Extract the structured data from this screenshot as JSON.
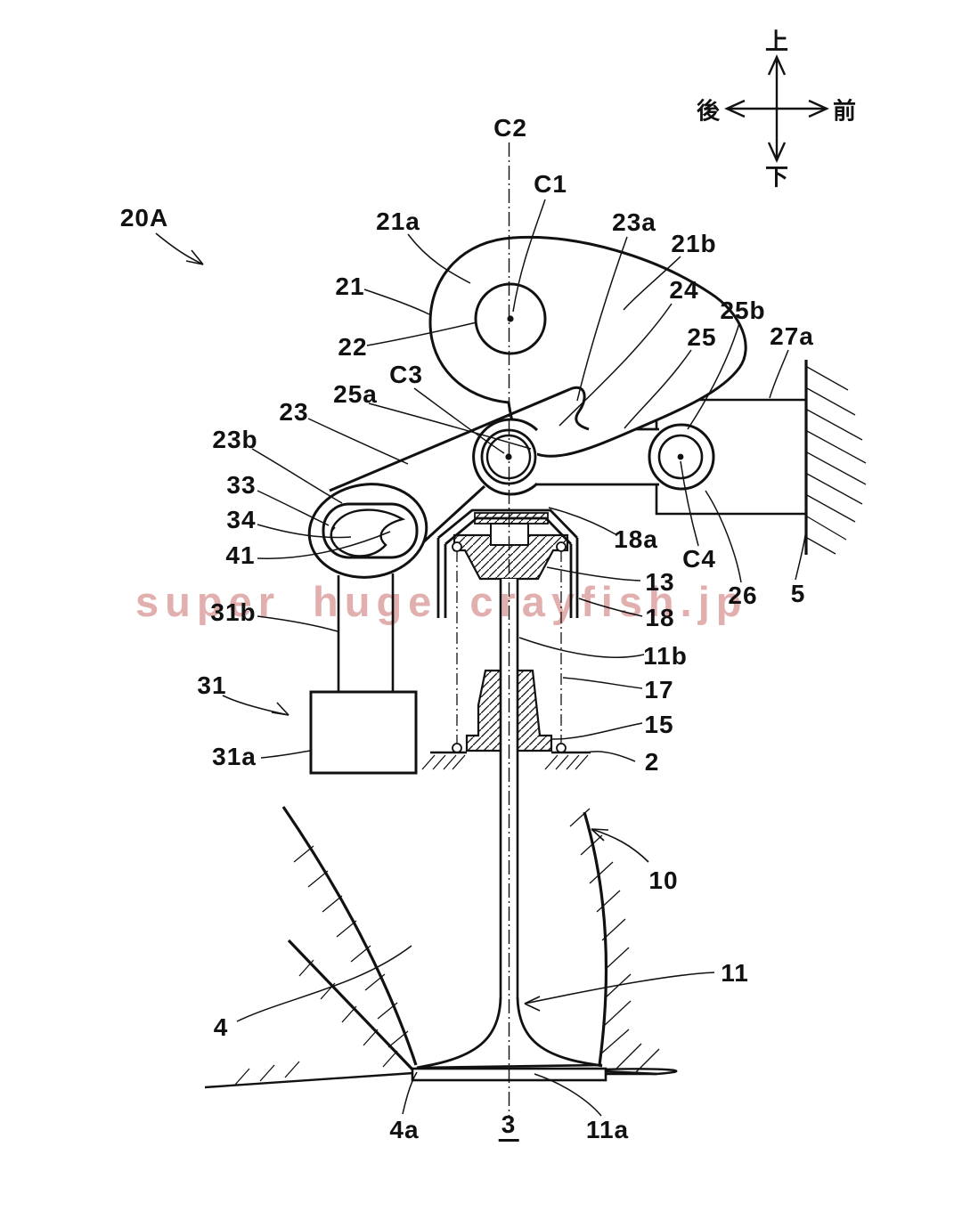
{
  "figure": {
    "type": "patent-line-drawing",
    "watermark": "super huge crayfish.jp",
    "compass": {
      "up": "上",
      "down": "下",
      "rear": "後",
      "front": "前"
    },
    "labels": {
      "n20A": "20A",
      "n21": "21",
      "n21a": "21a",
      "n21b": "21b",
      "n22": "22",
      "nC1": "C1",
      "nC2": "C2",
      "nC3": "C3",
      "nC4": "C4",
      "n23": "23",
      "n23a": "23a",
      "n23b": "23b",
      "n24": "24",
      "n25": "25",
      "n25a": "25a",
      "n25b": "25b",
      "n26": "26",
      "n27a": "27a",
      "n33": "33",
      "n34": "34",
      "n41": "41",
      "n18": "18",
      "n18a": "18a",
      "n13": "13",
      "n17": "17",
      "n15": "15",
      "n2": "2",
      "n5": "5",
      "n10": "10",
      "n11": "11",
      "n11a": "11a",
      "n11b": "11b",
      "n31": "31",
      "n31a": "31a",
      "n31b": "31b",
      "n4": "4",
      "n4a": "4a",
      "n3": "3"
    },
    "line_color": "#111111",
    "watermark_color": "#e2afaf"
  }
}
